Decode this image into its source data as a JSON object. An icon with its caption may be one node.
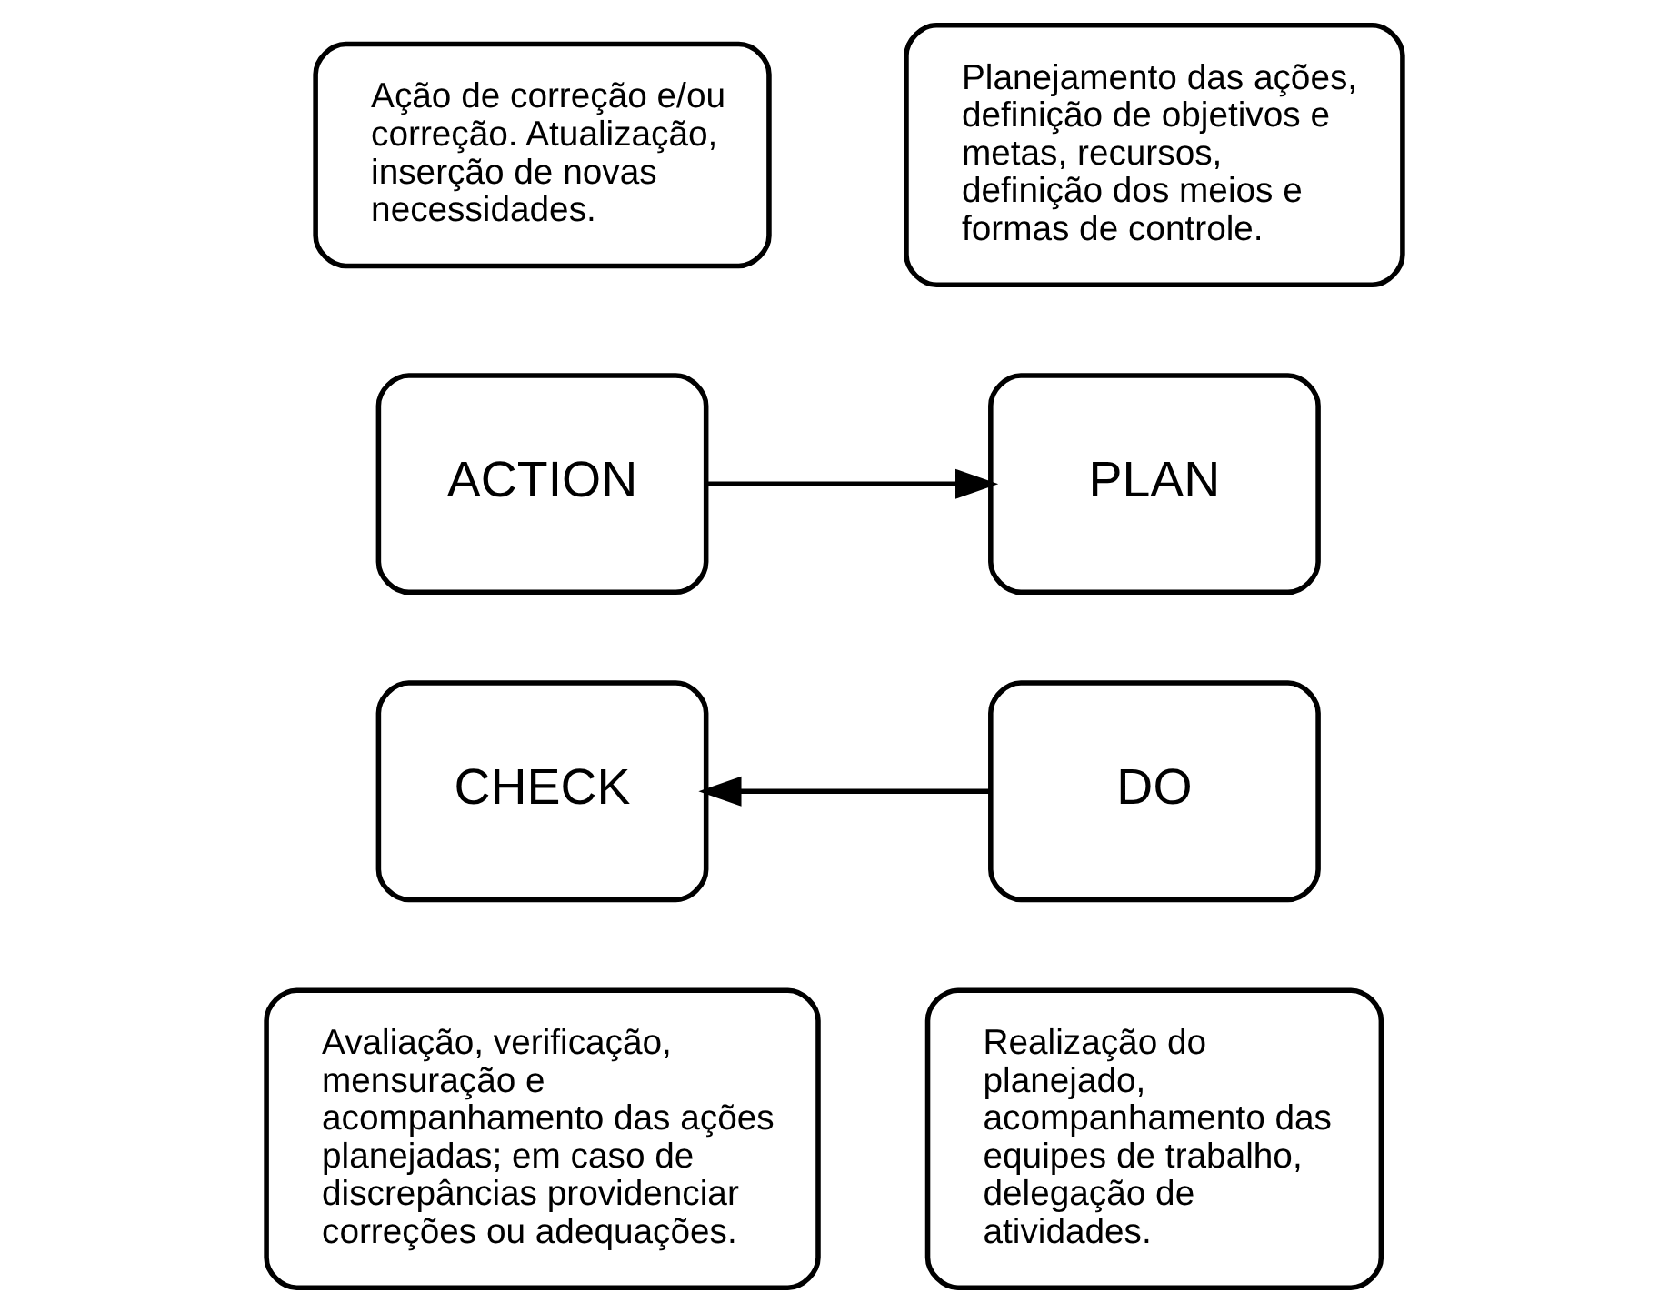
{
  "diagram": {
    "nodes": [
      {
        "text": [
          "Ação de correção e/ou correção. Atualização, inserção de novas necessidades."
        ]
      },
      {
        "text": [
          "Planejamento das ações, definição de objetivos e metas, recursos, definição dos meios e formas de controle."
        ]
      },
      {
        "text": [
          "ACTION"
        ]
      },
      {
        "text": [
          "PLAN"
        ]
      },
      {
        "text": [
          "CHECK"
        ]
      },
      {
        "text": [
          "DO"
        ]
      },
      {
        "text": [
          "Avaliação, verificação, mensuração e acompanhamento das ações planejadas; em caso de discrepâncias providenciar correções ou adequações."
        ]
      },
      {
        "text": [
          "Realização do planejado, acompanhamento das equipes de trabalho, delegação de atividades."
        ]
      }
    ],
    "edges": [
      {
        "from": 2,
        "to": 3,
        "arrow": "to"
      },
      {
        "from": 5,
        "to": 4,
        "arrow": "to"
      }
    ]
  }
}
